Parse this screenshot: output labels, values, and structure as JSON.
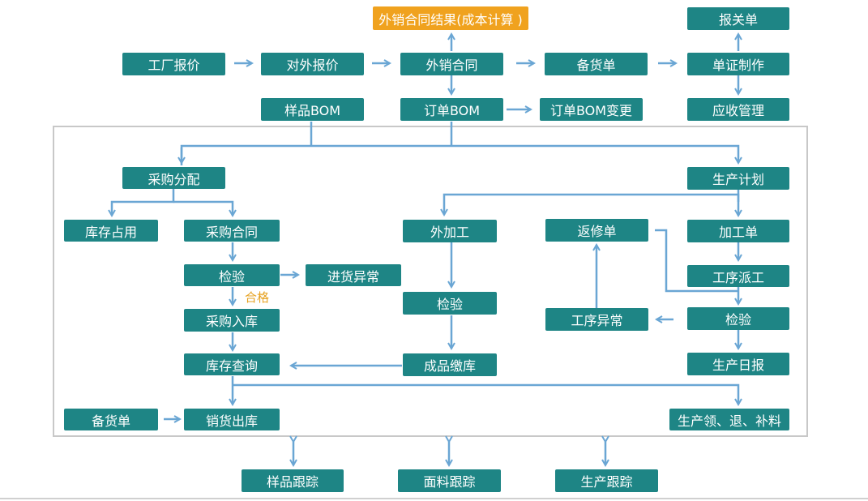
{
  "colors": {
    "node": "#1e8585",
    "highlight": "#f0a21e",
    "arrow": "#6aa6d4",
    "frame": "#c8c8c8",
    "label": "#e6a11f"
  },
  "nodes": {
    "n_result": "外销合同结果(成本计算 )",
    "n_customs": "报关单",
    "n_factory_quote": "工厂报价",
    "n_export_quote": "对外报价",
    "n_export_contract": "外销合同",
    "n_stock_prep_top": "备货单",
    "n_docs": "单证制作",
    "n_sample_bom": "样品BOM",
    "n_order_bom": "订单BOM",
    "n_order_bom_change": "订单BOM变更",
    "n_receivables": "应收管理",
    "n_purchase_alloc": "采购分配",
    "n_prod_plan": "生产计划",
    "n_inventory_use": "库存占用",
    "n_purchase_contract": "采购合同",
    "n_outsource": "外加工",
    "n_rework": "返修单",
    "n_process_order": "加工单",
    "n_inspect_purchase": "检验",
    "n_receipt_exception": "进货异常",
    "n_dispatch": "工序派工",
    "n_inspect_outsource": "检验",
    "n_process_exception": "工序异常",
    "n_inspect_prod": "检验",
    "n_purchase_in": "采购入库",
    "n_inventory_query": "库存查询",
    "n_finished_in": "成品缴库",
    "n_daily_report": "生产日报",
    "n_stock_prep_bottom": "备货单",
    "n_sales_out": "销货出库",
    "n_material_ops": "生产领、退、补料",
    "n_sample_track": "样品跟踪",
    "n_fabric_track": "面料跟踪",
    "n_prod_track": "生产跟踪"
  },
  "labels": {
    "qualified": "合格"
  }
}
